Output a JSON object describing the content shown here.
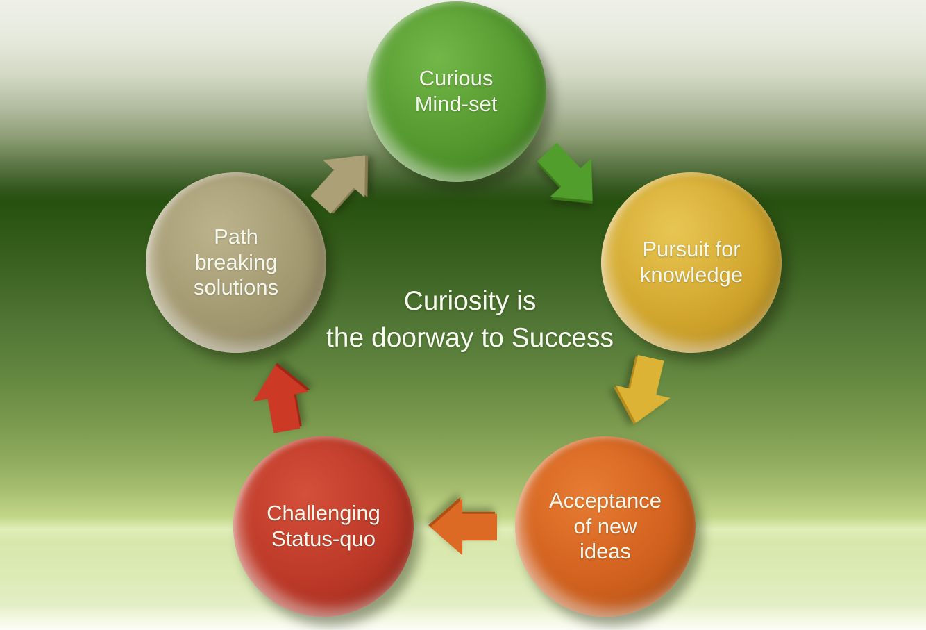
{
  "title": {
    "text": "Curiosity is\nthe doorway to Success",
    "color": "#f7faee"
  },
  "cycle": {
    "nodes": [
      {
        "id": "curious-mind-set",
        "label": "Curious\nMind-set",
        "base": "#55992f",
        "light": "#72b748",
        "dark": "#39781a"
      },
      {
        "id": "pursuit-for-knowledge",
        "label": "Pursuit for\nknowledge",
        "base": "#d2a72e",
        "light": "#e8c654",
        "dark": "#b3871c"
      },
      {
        "id": "acceptance-of-new-ideas",
        "label": "Acceptance\nof new\nideas",
        "base": "#d2621f",
        "light": "#e87c33",
        "dark": "#b04f12"
      },
      {
        "id": "challenging-status-quo",
        "label": "Challenging\nStatus-quo",
        "base": "#bd3928",
        "light": "#d4503a",
        "dark": "#9a281a"
      },
      {
        "id": "path-breaking-solutions",
        "label": "Path\nbreaking\nsolutions",
        "base": "#a49a72",
        "light": "#bcb28c",
        "dark": "#8a805c"
      }
    ],
    "arrows": [
      {
        "id": "path-to-curious",
        "fill": "#aca077",
        "edge": "#877c52"
      },
      {
        "id": "curious-to-pursuit",
        "fill": "#529e2d",
        "edge": "#3a7a18"
      },
      {
        "id": "pursuit-to-acceptance",
        "fill": "#ddb335",
        "edge": "#b58c1c"
      },
      {
        "id": "acceptance-to-challenging",
        "fill": "#dd6a24",
        "edge": "#b14e12"
      },
      {
        "id": "challenging-to-path",
        "fill": "#cc3a26",
        "edge": "#9e2815"
      }
    ]
  }
}
